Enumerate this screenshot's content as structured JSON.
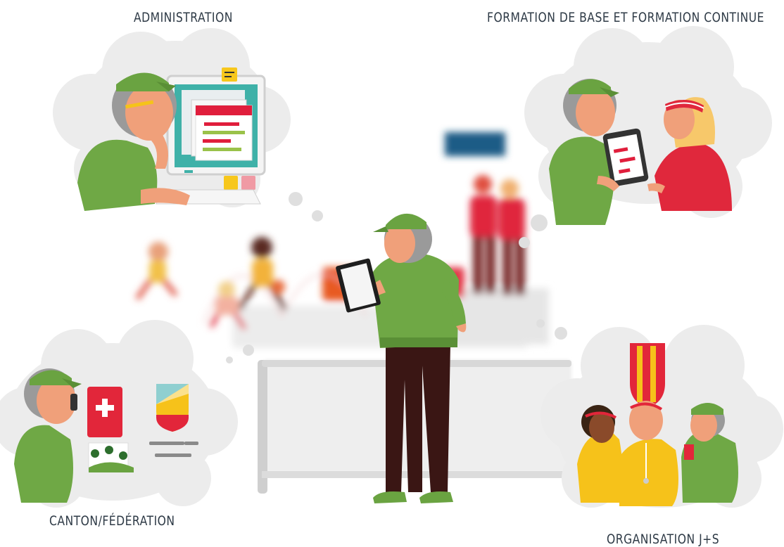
{
  "captions": {
    "administration": "ADMINISTRATION",
    "formation": "FORMATION DE BASE ET FORMATION CONTINUE",
    "canton": "CANTON/FÉDÉRATION",
    "organisation": "ORGANISATION J+S"
  },
  "colors": {
    "cloud": "#ececec",
    "cap_green": "#6aa341",
    "shirt_green": "#6fa845",
    "hair_grey": "#9a9a9a",
    "skin": "#f0a07a",
    "trousers": "#3a1614",
    "js_red": "#e2263a",
    "js_yellow": "#f6c21a",
    "trainer_red": "#e0283c",
    "screen_red": "#e01e3c",
    "blue_sign": "#1f5b86",
    "orange_box": "#e85a24"
  },
  "icons": [
    "js-logo-icon",
    "canton-shield-icon",
    "js-shield-icon",
    "sticky-note-icon",
    "thought-bubble-icon"
  ]
}
